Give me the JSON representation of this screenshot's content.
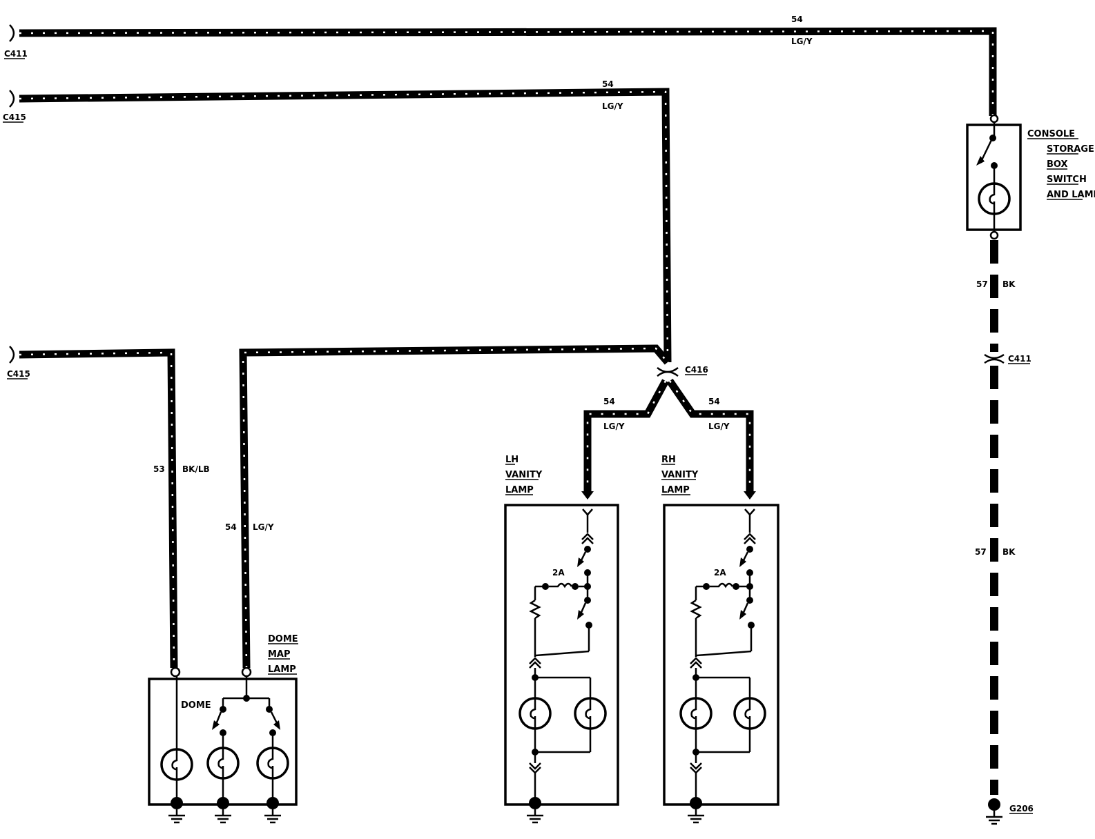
{
  "connectors": {
    "c411_top": "C411",
    "c415_upper": "C415",
    "c415_lower": "C415",
    "c416": "C416",
    "c411_right": "C411",
    "g206": "G206"
  },
  "wires": {
    "top_circuit": "54",
    "top_color": "LG/Y",
    "second_circuit": "54",
    "second_color": "LG/Y",
    "dome_feed_circuit": "53",
    "dome_feed_color": "BK/LB",
    "map_feed_circuit": "54",
    "map_feed_color": "LG/Y",
    "lh_branch_circuit": "54",
    "lh_branch_color": "LG/Y",
    "rh_branch_circuit": "54",
    "rh_branch_color": "LG/Y",
    "ground_upper_circuit": "57",
    "ground_upper_color": "BK",
    "ground_lower_circuit": "57",
    "ground_lower_color": "BK"
  },
  "components": {
    "console": [
      "CONSOLE",
      "STORAGE",
      "BOX",
      "SWITCH",
      "AND LAMP"
    ],
    "dome_map": [
      "DOME",
      "MAP",
      "LAMP"
    ],
    "dome_inner": "DOME",
    "lh_vanity": [
      "LH",
      "VANITY",
      "LAMP"
    ],
    "rh_vanity": [
      "RH",
      "VANITY",
      "LAMP"
    ],
    "lh_fuse": "2A",
    "rh_fuse": "2A"
  }
}
